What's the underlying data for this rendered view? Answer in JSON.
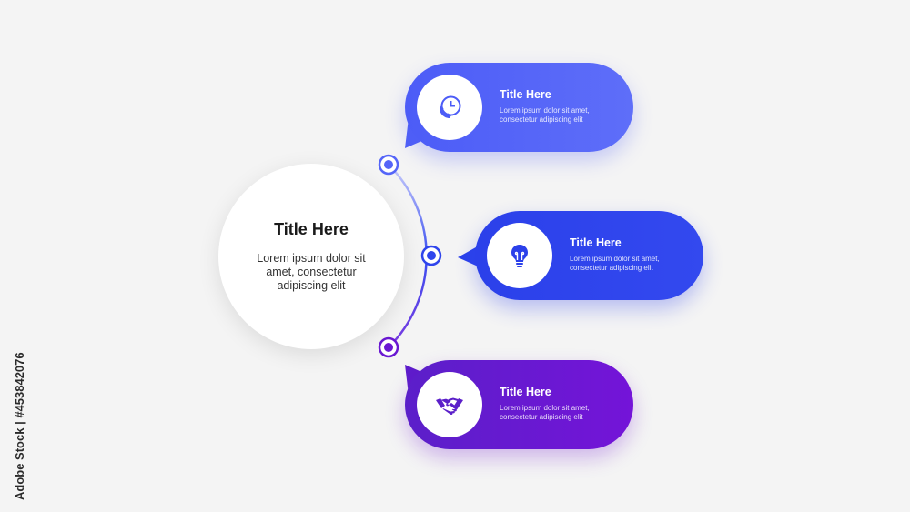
{
  "center": {
    "title": "Title Here",
    "text": "Lorem ipsum dolor sit amet, consectetur adipiscing elit"
  },
  "steps": [
    {
      "title": "Title Here",
      "text": "Lorem ipsum dolor sit amet, consectetur adipiscing elit",
      "icon": "phone-clock-icon",
      "color": "#5565f8"
    },
    {
      "title": "Title Here",
      "text": "Lorem ipsum dolor sit amet, consectetur adipiscing elit",
      "icon": "lightbulb-icon",
      "color": "#2f45ec"
    },
    {
      "title": "Title Here",
      "text": "Lorem ipsum dolor sit amet, consectetur adipiscing elit",
      "icon": "handshake-icon",
      "color": "#6a18d2"
    }
  ],
  "watermark": {
    "side_text": "Adobe Stock | #453842076"
  },
  "colors": {
    "background": "#f4f4f4",
    "card": "#ffffff",
    "text_dark": "#1a1a1a"
  }
}
